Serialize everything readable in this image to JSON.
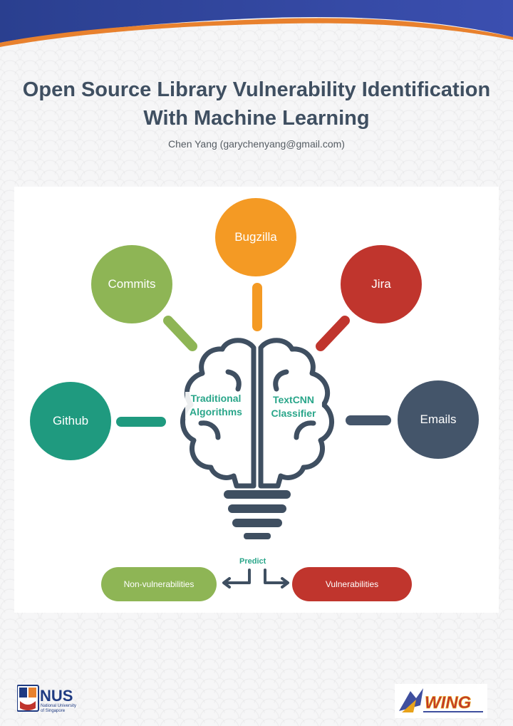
{
  "title": {
    "line1": "Open Source Library Vulnerability Identification",
    "line2": "With Machine Learning"
  },
  "author": "Chen Yang (garychenyang@gmail.com)",
  "sources": [
    {
      "label": "Github",
      "color": "#1f9a7f"
    },
    {
      "label": "Commits",
      "color": "#8eb555"
    },
    {
      "label": "Bugzilla",
      "color": "#f49a24"
    },
    {
      "label": "Jira",
      "color": "#c0352d"
    },
    {
      "label": "Emails",
      "color": "#44556a"
    }
  ],
  "brain": {
    "left_label": "Traditional\nAlgorithms",
    "right_label": "TextCNN\nClassifier",
    "outline_color": "#3f4f61"
  },
  "predict_label": "Predict",
  "outputs": [
    {
      "label": "Non-vulnerabilities",
      "color": "#8eb555"
    },
    {
      "label": "Vulnerabilities",
      "color": "#c0352d"
    }
  ],
  "logos": {
    "nus_text": "NUS",
    "nus_sub1": "National University",
    "nus_sub2": "of Singapore",
    "wing_text": "WING"
  }
}
